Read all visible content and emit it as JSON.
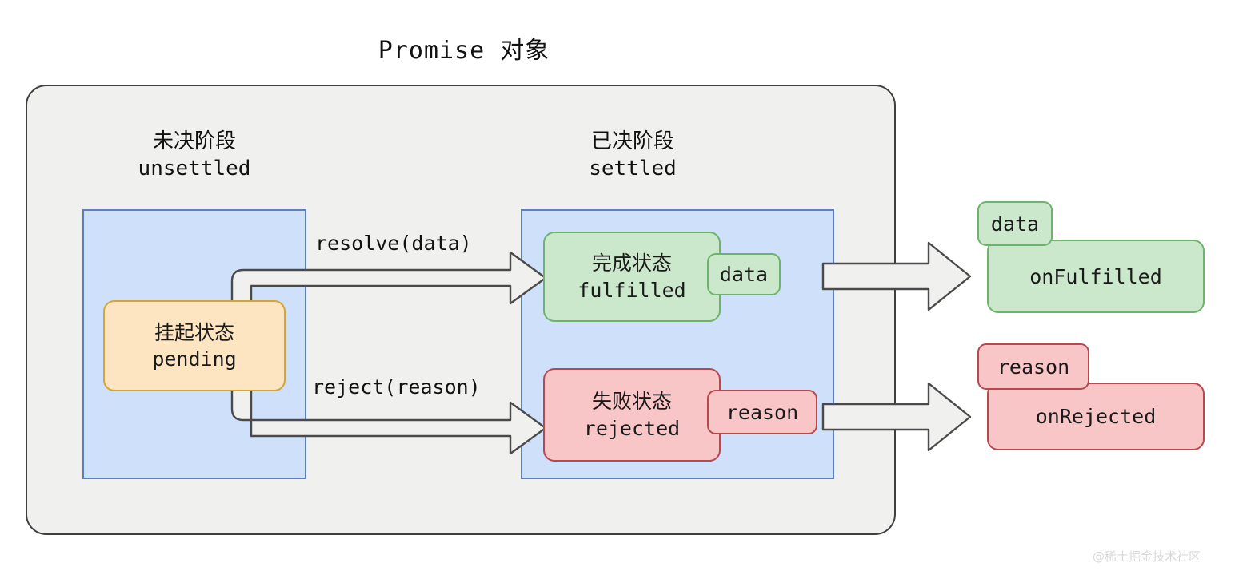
{
  "title": "Promise 对象",
  "phases": [
    {
      "name": "unsettled-phase",
      "cn": "未决阶段",
      "en": "unsettled"
    },
    {
      "name": "settled-phase",
      "cn": "已决阶段",
      "en": "settled"
    }
  ],
  "states": {
    "pending": {
      "cn": "挂起状态",
      "en": "pending",
      "fill": "#fce5c0",
      "border": "#d6a533"
    },
    "fulfilled": {
      "cn": "完成状态",
      "en": "fulfilled",
      "fill": "#cce8cc",
      "border": "#6cb36c"
    },
    "rejected": {
      "cn": "失败状态",
      "en": "rejected",
      "fill": "#f9c6c8",
      "border": "#b8484e"
    }
  },
  "value_tags": {
    "fulfilled_data": "data",
    "rejected_reason": "reason"
  },
  "transitions": [
    {
      "name": "resolve",
      "label": "resolve(data)",
      "from": "pending",
      "to": "fulfilled"
    },
    {
      "name": "reject",
      "label": "reject(reason)",
      "from": "pending",
      "to": "rejected"
    }
  ],
  "callbacks": [
    {
      "name": "onFulfilled",
      "label": "onFulfilled",
      "tag": "data",
      "fill": "#cce8cc",
      "border": "#6cb36c"
    },
    {
      "name": "onRejected",
      "label": "onRejected",
      "tag": "reason",
      "fill": "#f9c6c8",
      "border": "#b8484e"
    }
  ],
  "colors": {
    "container_fill": "#f0f0ef",
    "container_border": "#3f3f3f",
    "panel_fill": "#cfe0fb",
    "panel_border": "#5b80bf",
    "arrow_fill": "#f0f0ef",
    "arrow_border": "#4a4a4a"
  },
  "watermark": "@稀土掘金技术社区"
}
